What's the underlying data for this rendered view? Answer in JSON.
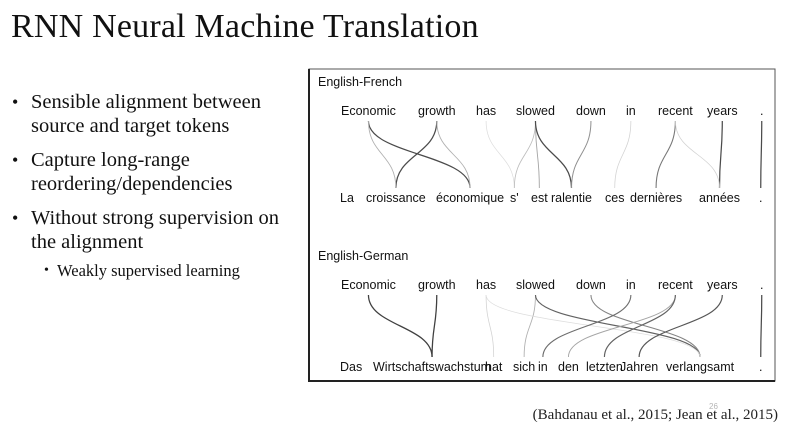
{
  "slide": {
    "title": "RNN Neural Machine Translation",
    "number": "26",
    "citation": "(Bahdanau et al., 2015; Jean et al., 2015)"
  },
  "bullets": [
    {
      "text": "Sensible alignment between source and target tokens"
    },
    {
      "text": "Capture long-range reordering/dependencies"
    },
    {
      "text": "Without strong supervision on the alignment"
    }
  ],
  "sub_bullets": [
    {
      "text": "Weakly supervised learning"
    }
  ],
  "figure": {
    "panels": [
      {
        "heading": "English-French",
        "source_tokens": [
          "Economic",
          "growth",
          "has",
          "slowed",
          "down",
          "in",
          "recent",
          "years",
          "."
        ],
        "target_tokens": [
          "La",
          "croissance",
          "économique",
          "s'",
          "est",
          "ralentie",
          "ces",
          "dernières",
          "années",
          "."
        ]
      },
      {
        "heading": "English-German",
        "source_tokens": [
          "Economic",
          "growth",
          "has",
          "slowed",
          "down",
          "in",
          "recent",
          "years",
          "."
        ],
        "target_tokens": [
          "Das",
          "Wirtschaftswachstum",
          "hat",
          "sich",
          "in",
          "den",
          "letzten",
          "Jahren",
          "verlangsamt",
          "."
        ]
      }
    ]
  }
}
